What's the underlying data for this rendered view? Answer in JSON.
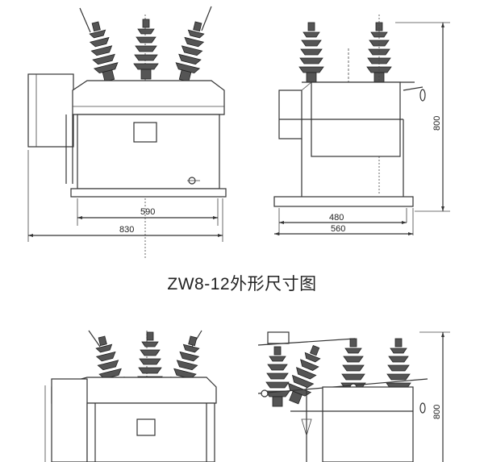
{
  "title": "ZW8-12外形尺寸图",
  "dimensions": {
    "front_inner_width": "590",
    "front_outer_width": "830",
    "side_inner_width": "480",
    "side_outer_width": "560",
    "side_height": "800",
    "lower_side_height": "800"
  }
}
